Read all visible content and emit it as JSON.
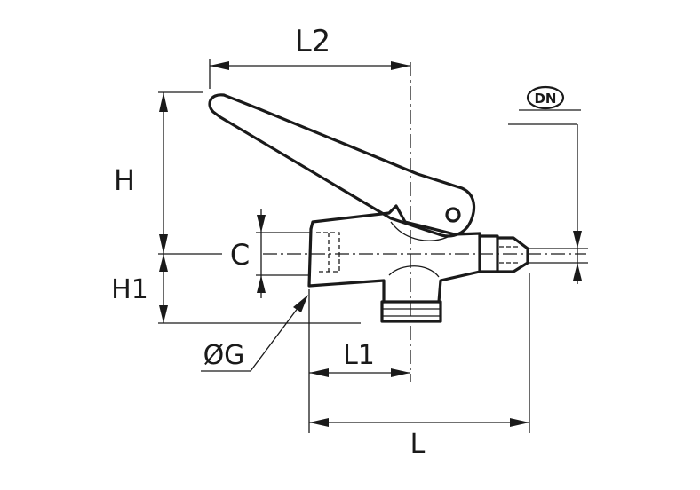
{
  "labels": {
    "L2": "L2",
    "H": "H",
    "C": "C",
    "H1": "H1",
    "G": "ØG",
    "L1": "L1",
    "L": "L",
    "DN": "DN"
  },
  "colors": {
    "line": "#1a1a1a",
    "background": "#ffffff"
  }
}
